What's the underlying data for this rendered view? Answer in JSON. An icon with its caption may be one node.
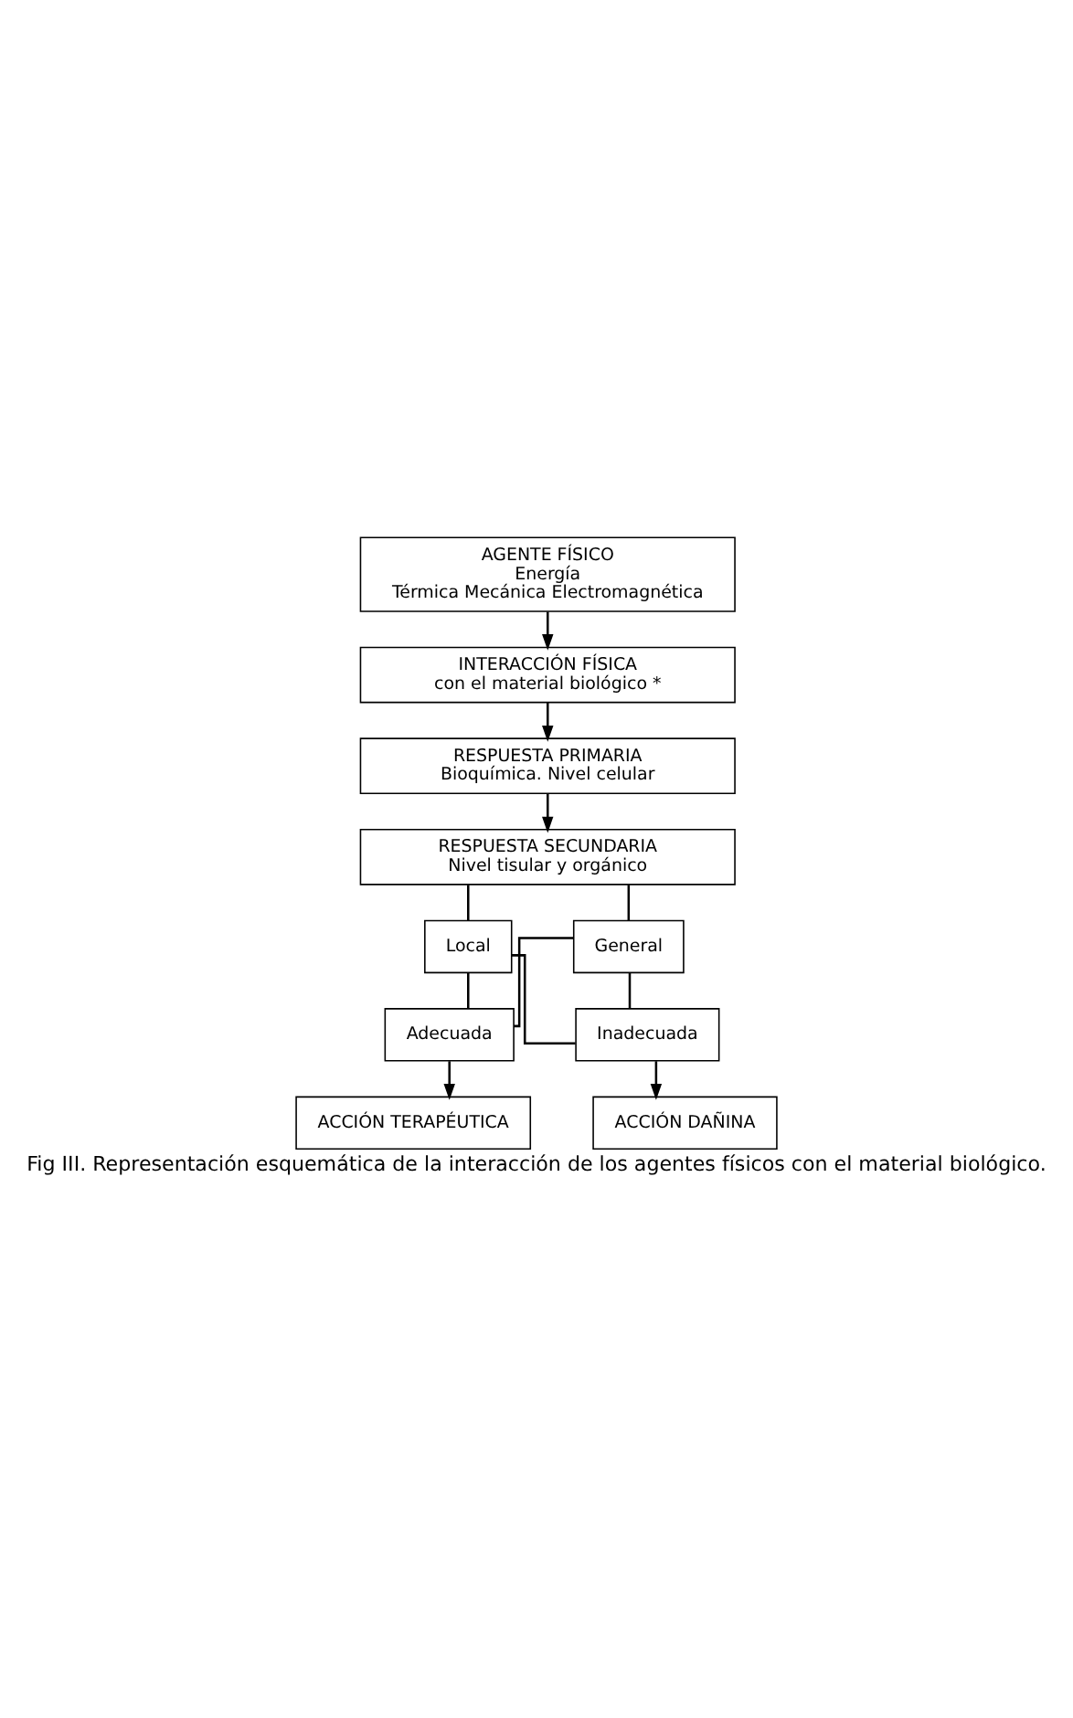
{
  "diagram": {
    "caption": "Fig III. Representación esquemática de la interacción de los agentes físicos con el material biológico.",
    "nodes": [
      {
        "text": [
          "AGENTE FÍSICO",
          "Energía",
          "Térmica Mecánica Electromagnética"
        ]
      },
      {
        "text": [
          "INTERACCIÓN FÍSICA",
          "con el material biológico *"
        ]
      },
      {
        "text": [
          "RESPUESTA PRIMARIA",
          "Bioquímica. Nivel celular"
        ]
      },
      {
        "text": [
          "RESPUESTA SECUNDARIA",
          "Nivel tisular y orgánico"
        ]
      },
      {
        "text": [
          "Local"
        ]
      },
      {
        "text": [
          "General"
        ]
      },
      {
        "text": [
          "Adecuada"
        ]
      },
      {
        "text": [
          "Inadecuada"
        ]
      },
      {
        "text": [
          "ACCIÓN TERAPÉUTICA"
        ]
      },
      {
        "text": [
          "ACCIÓN DAÑINA"
        ]
      }
    ],
    "edges": [
      {
        "from": 0,
        "to": 1,
        "arrow": "to"
      },
      {
        "from": 1,
        "to": 2,
        "arrow": "to"
      },
      {
        "from": 2,
        "to": 3,
        "arrow": "to"
      },
      {
        "from": 3,
        "to": 4,
        "arrow": "none"
      },
      {
        "from": 3,
        "to": 5,
        "arrow": "none"
      },
      {
        "from": 4,
        "to": 6,
        "arrow": "none"
      },
      {
        "from": 4,
        "to": 7,
        "arrow": "none"
      },
      {
        "from": 5,
        "to": 6,
        "arrow": "none"
      },
      {
        "from": 5,
        "to": 7,
        "arrow": "none"
      },
      {
        "from": 6,
        "to": 8,
        "arrow": "to"
      },
      {
        "from": 7,
        "to": 9,
        "arrow": "to"
      }
    ]
  }
}
